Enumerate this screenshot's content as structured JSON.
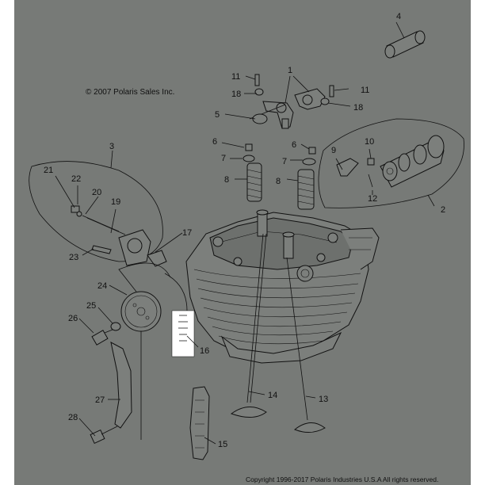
{
  "copyright_top": "© 2007 Polaris Sales Inc.",
  "copyright_bottom": "Copyright 1996-2017 Polaris Industries U.S.A All rights reserved.",
  "callouts": {
    "c1": "1",
    "c2": "2",
    "c3": "3",
    "c4": "4",
    "c5": "5",
    "c6a": "6",
    "c6b": "6",
    "c7a": "7",
    "c7b": "7",
    "c8a": "8",
    "c8b": "8",
    "c9": "9",
    "c10": "10",
    "c11a": "11",
    "c11b": "11",
    "c12": "12",
    "c13": "13",
    "c14": "14",
    "c15": "15",
    "c16": "16",
    "c17": "17",
    "c18a": "18",
    "c18b": "18",
    "c19": "19",
    "c20": "20",
    "c21": "21",
    "c22": "22",
    "c23": "23",
    "c24": "24",
    "c25": "25",
    "c26": "26",
    "c27": "27",
    "c28": "28"
  },
  "colors": {
    "background": "#777a77",
    "line": "#111111",
    "highlight": "#ffffff"
  }
}
